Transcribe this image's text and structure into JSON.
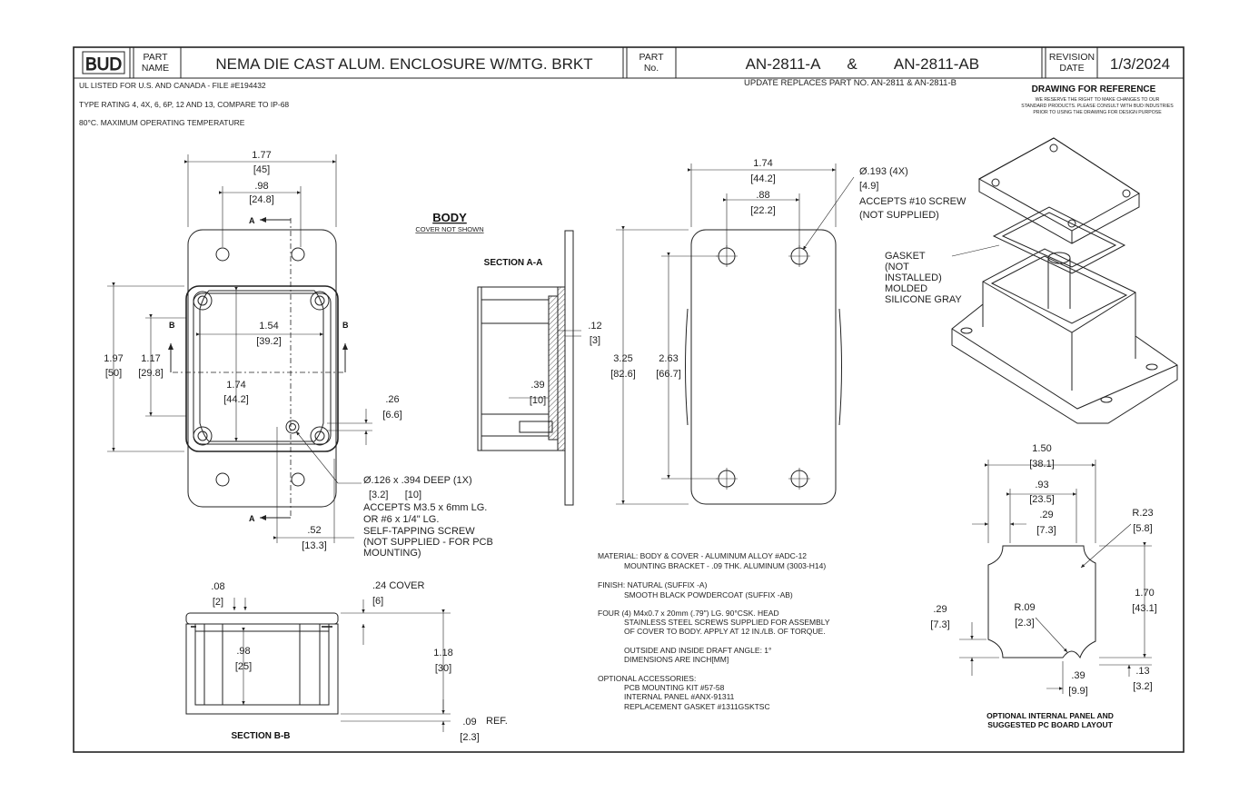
{
  "title_block": {
    "logo": "BUD",
    "part_name_label_1": "PART",
    "part_name_label_2": "NAME",
    "part_name": "NEMA DIE CAST ALUM. ENCLOSURE W/MTG. BRKT",
    "part_no_label_1": "PART",
    "part_no_label_2": "No.",
    "part_no_a": "AN-2811-A",
    "amp": "&",
    "part_no_ab": "AN-2811-AB",
    "revision_label_1": "REVISION",
    "revision_label_2": "DATE",
    "revision_date": "1/3/2024"
  },
  "header_notes": {
    "ul": "UL LISTED FOR U.S. AND CANADA - FILE #E194432",
    "rating": "TYPE RATING 4, 4X, 6, 6P, 12 AND 13, COMPARE TO IP-68",
    "temp": "80°C. MAXIMUM OPERATING TEMPERATURE",
    "update": "UPDATE REPLACES PART NO. AN-2811 & AN-2811-B",
    "reference_title": "DRAWING FOR REFERENCE",
    "reference_1": "WE RESERVE THE RIGHT TO MAKE CHANGES TO OUR",
    "reference_2": "STANDARD PRODUCTS. PLEASE CONSULT WITH BUD INDUSTRIES",
    "reference_3": "PRIOR TO USING THE DRAWING FOR DESIGN PURPOSE"
  },
  "top_view": {
    "w_in": "1.77",
    "w_mm": "[45]",
    "hole_in": ".98",
    "hole_mm": "[24.8]",
    "inner_w_in": "1.54",
    "inner_w_mm": "[39.2]",
    "inner_h_in": "1.74",
    "inner_h_mm": "[44.2]",
    "h_in": "1.97",
    "h_mm": "[50]",
    "hole_h_in": "1.17",
    "hole_h_mm": "[29.8]",
    "boss_in": ".26",
    "boss_mm": "[6.6]",
    "offset_in": ".52",
    "offset_mm": "[13.3]",
    "label_a": "A",
    "label_b": "B",
    "hole_note_1": "Ø.126 x .394 DEEP (1X)",
    "hole_note_2": "[3.2]      [10]",
    "hole_note_3": "ACCEPTS M3.5 x 6mm LG.",
    "hole_note_4": "OR #6 x 1/4\" LG.",
    "hole_note_5": "SELF-TAPPING SCREW",
    "hole_note_6": "(NOT SUPPLIED - FOR PCB",
    "hole_note_7": "MOUNTING)"
  },
  "section_aa": {
    "body_title": "BODY",
    "body_sub": "COVER NOT SHOWN",
    "title": "SECTION A-A",
    "flange_in": ".12",
    "flange_mm": "[3]",
    "depth_in": ".39",
    "depth_mm": "[10]"
  },
  "bracket_view": {
    "w_in": "1.74",
    "w_mm": "[44.2]",
    "hole_in": ".88",
    "hole_mm": "[22.2]",
    "dia_note": "Ø.193 (4X)",
    "dia_mm": "[4.9]",
    "accepts": "ACCEPTS #10 SCREW",
    "not_supplied": "(NOT SUPPLIED)",
    "h_in": "3.25",
    "h_mm": "[82.6]",
    "hole_h_in": "2.63",
    "hole_h_mm": "[66.7]"
  },
  "iso_view": {
    "gasket_1": "GASKET",
    "gasket_2": "(NOT",
    "gasket_3": "INSTALLED)",
    "gasket_4": "MOLDED",
    "gasket_5": "SILICONE GRAY"
  },
  "section_bb": {
    "title": "SECTION B-B",
    "wall_in": ".08",
    "wall_mm": "[2]",
    "cover_in": ".24 COVER",
    "cover_mm": "[6]",
    "inner_in": ".98",
    "inner_mm": "[25]",
    "h_in": "1.18",
    "h_mm": "[30]",
    "ref_in": ".09",
    "ref_label": "REF.",
    "ref_mm": "[2.3]"
  },
  "notes": {
    "m1": "MATERIAL: BODY & COVER - ALUMINUM ALLOY #ADC-12",
    "m2": "MOUNTING BRACKET - .09 THK. ALUMINUM (3003-H14)",
    "f1": "FINISH: NATURAL (SUFFIX -A)",
    "f2": "SMOOTH BLACK POWDERCOAT (SUFFIX -AB)",
    "s1": "FOUR (4) M4x0.7 x 20mm (.79\") LG. 90°CSK. HEAD",
    "s2": "STAINLESS STEEL SCREWS SUPPLIED FOR ASSEMBLY",
    "s3": "OF COVER TO BODY. APPLY AT 12 IN./LB. OF TORQUE.",
    "d1": "OUTSIDE AND INSIDE DRAFT ANGLE: 1°",
    "d2": "DIMENSIONS ARE INCH[MM]",
    "o1": "OPTIONAL ACCESSORIES:",
    "o2": "PCB MOUNTING KIT #57-58",
    "o3": "INTERNAL PANEL #ANX-91311",
    "o4": "REPLACEMENT GASKET #1311GSKTSC"
  },
  "panel_view": {
    "w_in": "1.50",
    "w_mm": "[38.1]",
    "w2_in": ".93",
    "w2_mm": "[23.5]",
    "off_in": ".29",
    "off_mm": "[7.3]",
    "r_in": "R.23",
    "r_mm": "[5.8]",
    "h_in": "1.70",
    "h_mm": "[43.1]",
    "left_in": ".29",
    "left_mm": "[7.3]",
    "r2_in": "R.09",
    "r2_mm": "[2.3]",
    "notch_in": ".39",
    "notch_mm": "[9.9]",
    "bot_in": ".13",
    "bot_mm": "[3.2]",
    "caption_1": "OPTIONAL INTERNAL PANEL AND",
    "caption_2": "SUGGESTED PC BOARD LAYOUT"
  }
}
